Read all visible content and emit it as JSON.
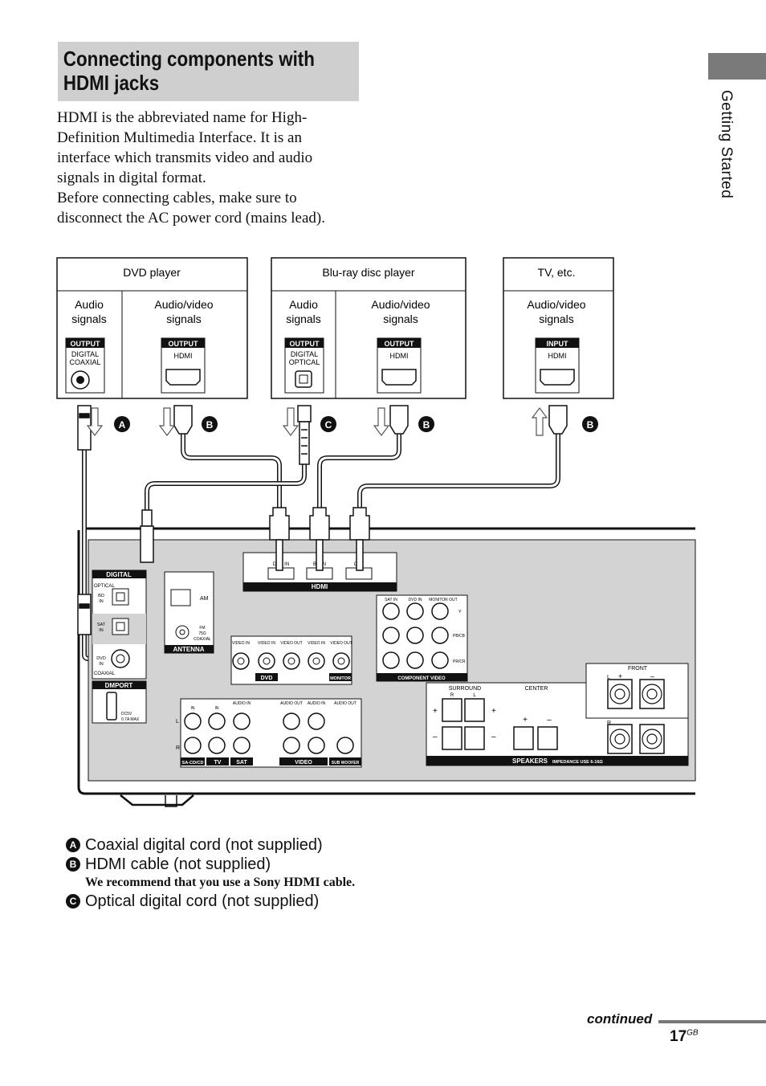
{
  "title": {
    "line1": "Connecting components with",
    "line2": "HDMI jacks"
  },
  "intro": {
    "p1": [
      "HDMI is the abbreviated name for High-",
      "Definition Multimedia Interface. It is an",
      "interface which transmits video and audio",
      "signals in digital format."
    ],
    "p2": [
      "Before connecting cables, make sure to",
      "disconnect the AC power cord (mains lead)."
    ]
  },
  "side_label": "Getting Started",
  "devices": {
    "dvd": {
      "name": "DVD player",
      "audio": [
        "Audio",
        "signals"
      ],
      "av": [
        "Audio/video",
        "signals"
      ],
      "jack1_tag": "OUTPUT",
      "jack1_type": [
        "DIGITAL",
        "COAXIAL"
      ],
      "jack2_tag": "OUTPUT",
      "jack2_type": "HDMI"
    },
    "bluray": {
      "name": "Blu-ray disc player",
      "audio": [
        "Audio",
        "signals"
      ],
      "av": [
        "Audio/video",
        "signals"
      ],
      "jack1_tag": "OUTPUT",
      "jack1_type": [
        "DIGITAL",
        "OPTICAL"
      ],
      "jack2_tag": "OUTPUT",
      "jack2_type": "HDMI"
    },
    "tv": {
      "name": "TV, etc.",
      "av": [
        "Audio/video",
        "signals"
      ],
      "jack_tag": "INPUT",
      "jack_type": "HDMI"
    }
  },
  "cable_letters": {
    "a": "A",
    "b": "B",
    "c": "C"
  },
  "receiver": {
    "digital": "DIGITAL",
    "optical": "OPTICAL",
    "bd_in": [
      "BD",
      "IN"
    ],
    "sat_in": [
      "SAT",
      "IN"
    ],
    "dvd_in": [
      "DVD",
      "IN"
    ],
    "coaxial": "COAXIAL",
    "dmport": "DMPORT",
    "dmport_spec": [
      "DC5V",
      "0.7A MAX"
    ],
    "antenna": "ANTENNA",
    "am": "AM",
    "fm": [
      "FM",
      "75Ω",
      "COAXIAL"
    ],
    "hdmi": "HDMI",
    "hdmi_ports": [
      "DVD IN",
      "BD IN",
      "OUT"
    ],
    "video_labels": [
      "VIDEO IN",
      "VIDEO IN",
      "VIDEO OUT",
      "VIDEO IN",
      "VIDEO OUT"
    ],
    "audio_labels": [
      "IN",
      "IN",
      "AUDIO IN",
      "AUDIO OUT",
      "AUDIO IN",
      "AUDIO OUT"
    ],
    "groups": [
      "DVD",
      "MONITOR",
      "SA-CD/CD",
      "TV",
      "SAT",
      "VIDEO",
      "SUB WOOFER"
    ],
    "lr": [
      "L",
      "R"
    ],
    "component_video": "COMPONENT VIDEO",
    "comp_heads": [
      "SAT IN",
      "DVD IN",
      "MONITOR OUT"
    ],
    "comp_rows": [
      "Y",
      "PB/CB",
      "PR/CR"
    ],
    "surround": "SURROUND",
    "center": "CENTER",
    "front": "FRONT",
    "speakers": "SPEAKERS",
    "impedance": "IMPEDANCE USE 6-16Ω",
    "plus": "+",
    "minus": "–",
    "r": "R",
    "l": "L"
  },
  "legend": {
    "a": "Coaxial digital cord (not supplied)",
    "b": "HDMI cable (not supplied)",
    "b_note": "We recommend that you use a Sony HDMI cable.",
    "c": "Optical digital cord (not supplied)"
  },
  "footer": {
    "continued": "continued",
    "page": "17",
    "page_suffix": "GB"
  }
}
